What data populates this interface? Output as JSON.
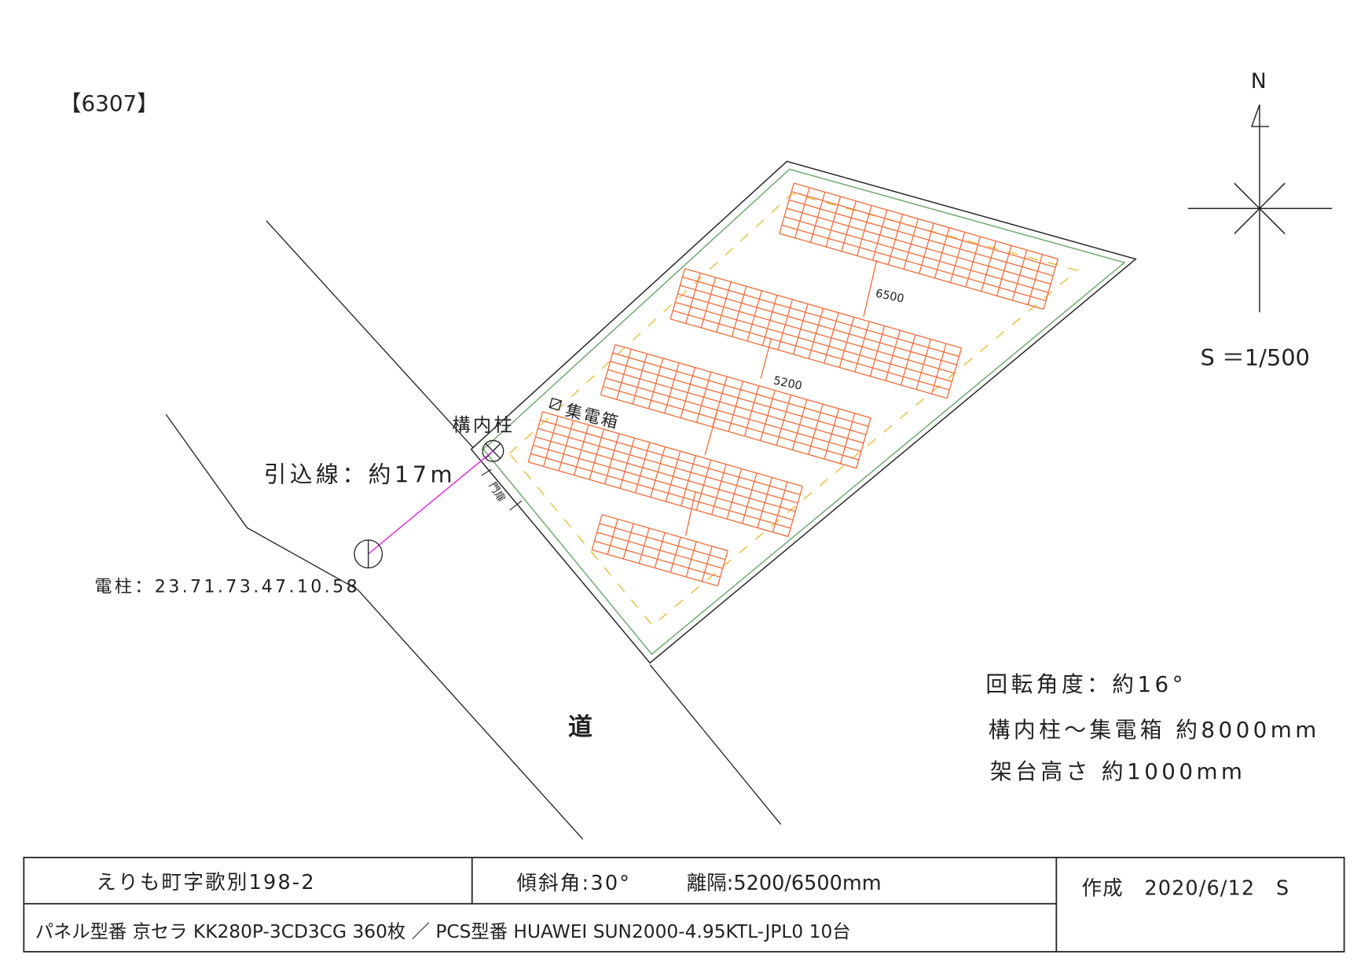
{
  "drawing_id": "【6307】",
  "north_label": "N",
  "scale": "S ＝1/500",
  "labels": {
    "pole_inside": "構内柱",
    "service_line": "引込線：約17m",
    "utility_pole": "電柱：23.71.73.47.10.58",
    "gate": "門扉",
    "junction_box": "集電箱",
    "road": "道",
    "spacing_a": "6500",
    "spacing_b": "5200"
  },
  "notes": {
    "rotation": "回転角度：約16°",
    "pole_to_box": "構内柱～集電箱 約8000mm",
    "mount_height": "架台高さ 約1000mm"
  },
  "table": {
    "address": "えりも町字歌別198-2",
    "tilt": "傾斜角:30°",
    "spacing": "離隔:5200/6500mm",
    "created": "作成　2020/6/12　S",
    "equipment": "パネル型番 京セラ KK280P-3CD3CG 360枚 ／ PCS型番 HUAWEI SUN2000-4.95KTL-JPL0 10台"
  },
  "colors": {
    "panel": "#f07040",
    "boundary_inner": "#6aa86a",
    "setback": "#e8c040",
    "service_line": "#e040e0"
  }
}
